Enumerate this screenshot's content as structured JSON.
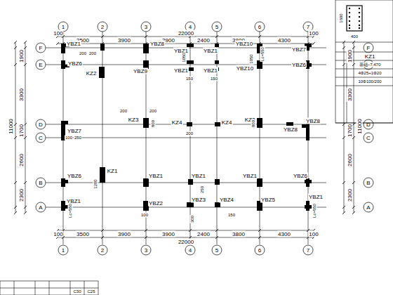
{
  "diagram": {
    "labels": [
      "22000",
      "100",
      "100",
      "3500",
      "3900",
      "3900",
      "2400",
      "3800",
      "4300",
      "1",
      "2",
      "3",
      "4",
      "5",
      "6",
      "7",
      "3500",
      "3900",
      "3900",
      "2400",
      "3800",
      "4300",
      "100",
      "100",
      "22000",
      "1",
      "2",
      "3",
      "4",
      "5",
      "6",
      "7",
      "F",
      "E",
      "D",
      "C",
      "B",
      "A",
      "F",
      "E",
      "D",
      "C",
      "B",
      "A",
      "1900",
      "3300",
      "1700",
      "2600",
      "2300",
      "11000",
      "1900",
      "3300",
      "1700",
      "2600",
      "2300",
      "11000",
      "YBZ1",
      "KZ2",
      "YBZ8",
      "YBZ1",
      "YBZ1",
      "YBZ10",
      "YBZ7",
      "YBZ6",
      "YBZ9",
      "YBZ1",
      "YBZ1",
      "YBZ10",
      "YBZ6",
      "YBZ7",
      "KZ3",
      "KZ4",
      "KZ4",
      "KZ3",
      "YBZ8",
      "YBZ8",
      "YBZ6",
      "KZ1",
      "YBZ1",
      "YBZ1",
      "YBZ1",
      "YBZ6",
      "YBZ1",
      "YBZ2",
      "YBZ3",
      "YBZ4",
      "YBZ5",
      "YBZ1",
      "200",
      "200",
      "200",
      "200",
      "150",
      "150",
      "Lc=550",
      "1050",
      "1050",
      "100",
      "250",
      "800",
      "800",
      "200",
      "100",
      "Lc=550",
      "1200",
      "250",
      "Lc=550",
      "300",
      "150",
      "1600",
      "400",
      "KZ1",
      "基础~7.470",
      "4Φ25+1Φ20",
      "10Φ100/200",
      "C30",
      "C25"
    ]
  }
}
